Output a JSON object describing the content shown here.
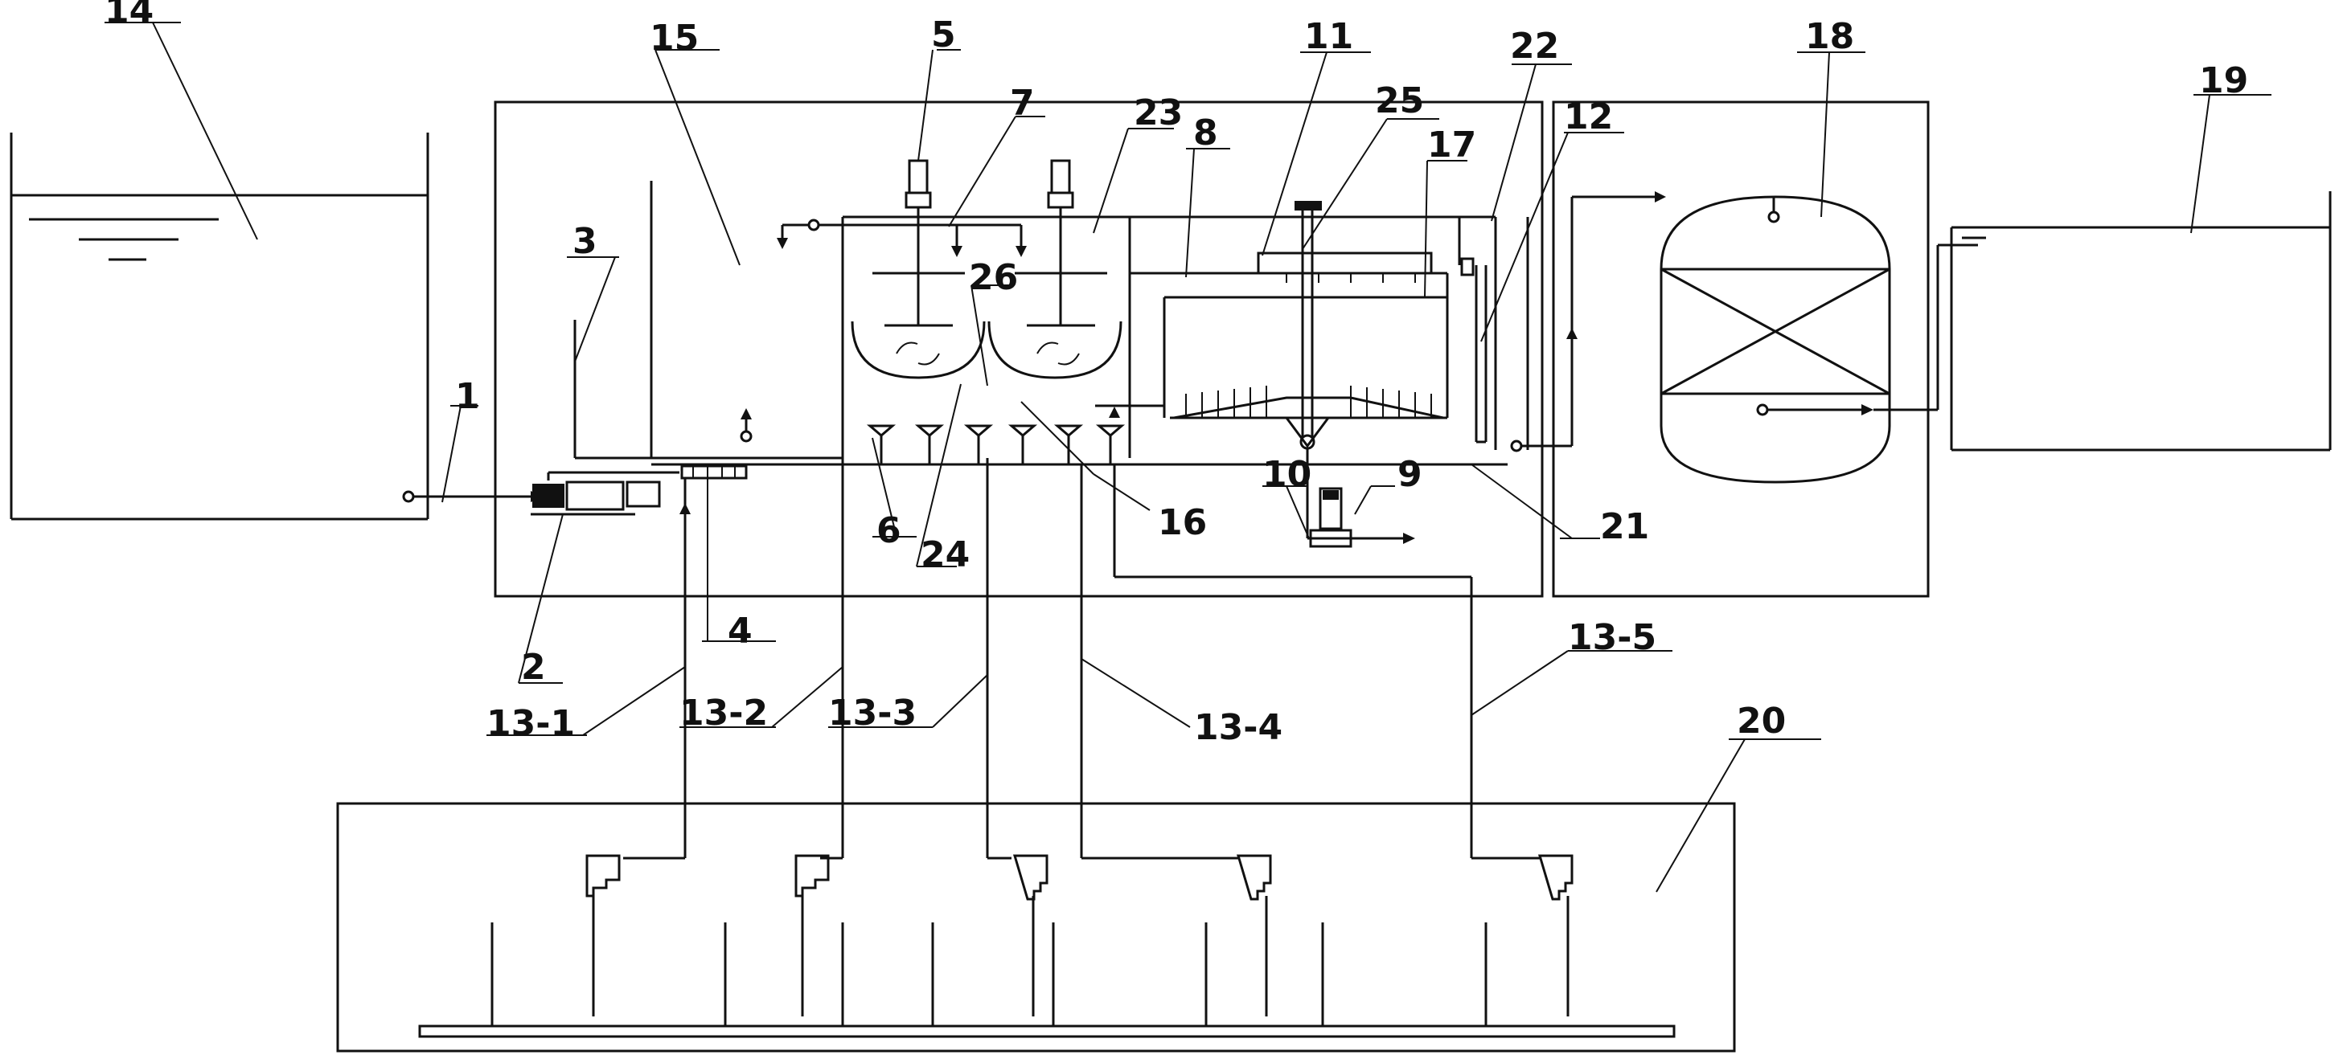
{
  "labels": {
    "l1": "1",
    "l2": "2",
    "l3": "3",
    "l4": "4",
    "l5": "5",
    "l6": "6",
    "l7": "7",
    "l8": "8",
    "l9": "9",
    "l10": "10",
    "l11": "11",
    "l12": "12",
    "l13_1": "13-1",
    "l13_2": "13-2",
    "l13_3": "13-3",
    "l13_4": "13-4",
    "l13_5": "13-5",
    "l14": "14",
    "l15": "15",
    "l16": "16",
    "l17": "17",
    "l18": "18",
    "l19": "19",
    "l20": "20",
    "l21": "21",
    "l22": "22",
    "l23": "23",
    "l24": "24",
    "l25": "25",
    "l26": "26"
  }
}
